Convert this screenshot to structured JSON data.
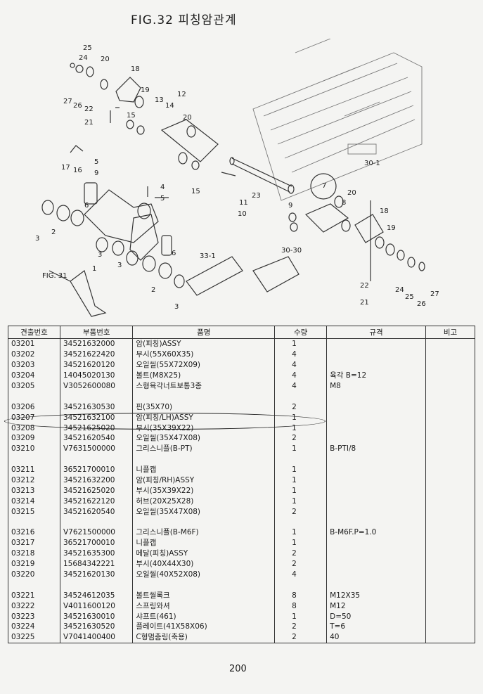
{
  "figure": {
    "title": "FIG.32 피칭암관계"
  },
  "diagram_labels": {
    "n25": "25",
    "n24": "24",
    "n20a": "20",
    "n18a": "18",
    "n19a": "19",
    "n27a": "27",
    "n26a": "26",
    "n22a": "22",
    "n21a": "21",
    "n15a": "15",
    "n13": "13",
    "n14": "14",
    "n12": "12",
    "n20b": "20",
    "n17": "17",
    "n16": "16",
    "n5a": "5",
    "n9a": "9",
    "n4a": "4",
    "n5b": "5",
    "n6a": "6",
    "n3a": "3",
    "n2a": "2",
    "n15b": "15",
    "n23": "23",
    "n11": "11",
    "n10": "10",
    "n9b": "9",
    "n7": "7",
    "n20c": "20",
    "n8": "8",
    "n18b": "18",
    "n19b": "19",
    "n30": "30-30",
    "n30_1": "30-1",
    "n33": "33-1",
    "n6b": "6",
    "n3b": "3",
    "n3c": "3",
    "n1": "1",
    "n2b": "2",
    "n3d": "3",
    "fig31": "FIG. 31",
    "n22b": "22",
    "n21b": "21",
    "n24b": "24",
    "n25b": "25",
    "n26b": "26",
    "n27b": "27"
  },
  "table": {
    "headers": [
      "견출번호",
      "부품번호",
      "품명",
      "수량",
      "규격",
      "비고"
    ],
    "rows": [
      [
        "03201",
        "34521632000",
        "암(피칭)ASSY",
        "1",
        "",
        ""
      ],
      [
        "03202",
        "34521622420",
        "부시(55X60X35)",
        "4",
        "",
        ""
      ],
      [
        "03203",
        "34521620120",
        "오일씰(55X72X09)",
        "4",
        "",
        ""
      ],
      [
        "03204",
        "14045020130",
        "볼트(M8X25)",
        "4",
        "육각 B=12",
        ""
      ],
      [
        "03205",
        "V3052600080",
        "스형육각너트보통3종",
        "4",
        "M8",
        ""
      ],
      [
        "",
        "",
        "",
        "",
        "",
        ""
      ],
      [
        "03206",
        "34521630530",
        "핀(35X70)",
        "2",
        "",
        ""
      ],
      [
        "03207",
        "34521632100",
        "암(피칭/LH)ASSY",
        "1",
        "",
        ""
      ],
      [
        "03208",
        "34521625020",
        "부시(35X39X22)",
        "1",
        "",
        ""
      ],
      [
        "03209",
        "34521620540",
        "오일씰(35X47X08)",
        "2",
        "",
        ""
      ],
      [
        "03210",
        "V7631500000",
        "그리스니플(B-PT)",
        "1",
        "B-PTI/8",
        ""
      ],
      [
        "",
        "",
        "",
        "",
        "",
        ""
      ],
      [
        "03211",
        "36521700010",
        "니플캡",
        "1",
        "",
        ""
      ],
      [
        "03212",
        "34521632200",
        "암(피칭/RH)ASSY",
        "1",
        "",
        ""
      ],
      [
        "03213",
        "34521625020",
        "부시(35X39X22)",
        "1",
        "",
        ""
      ],
      [
        "03214",
        "34521622120",
        "허브(20X25X28)",
        "1",
        "",
        ""
      ],
      [
        "03215",
        "34521620540",
        "오일씰(35X47X08)",
        "2",
        "",
        ""
      ],
      [
        "",
        "",
        "",
        "",
        "",
        ""
      ],
      [
        "03216",
        "V7621500000",
        "그리스니플(B-M6F)",
        "1",
        "B-M6F.P=1.0",
        ""
      ],
      [
        "03217",
        "36521700010",
        "니플캡",
        "1",
        "",
        ""
      ],
      [
        "03218",
        "34521635300",
        "메달(피칭)ASSY",
        "2",
        "",
        ""
      ],
      [
        "03219",
        "15684342221",
        "부시(40X44X30)",
        "2",
        "",
        ""
      ],
      [
        "03220",
        "34521620130",
        "오일씰(40X52X08)",
        "4",
        "",
        ""
      ],
      [
        "",
        "",
        "",
        "",
        "",
        ""
      ],
      [
        "03221",
        "34524612035",
        "볼트씰록크",
        "8",
        "M12X35",
        ""
      ],
      [
        "03222",
        "V4011600120",
        "스프링와셔",
        "8",
        "M12",
        ""
      ],
      [
        "03223",
        "34521630010",
        "샤프트(461)",
        "1",
        "D=50",
        ""
      ],
      [
        "03224",
        "34521630520",
        "플레이트(41X58X06)",
        "2",
        "T=6",
        ""
      ],
      [
        "03225",
        "V7041400400",
        "C형멈춤링(축용)",
        "2",
        "40",
        ""
      ]
    ]
  },
  "page": {
    "number": "200"
  }
}
